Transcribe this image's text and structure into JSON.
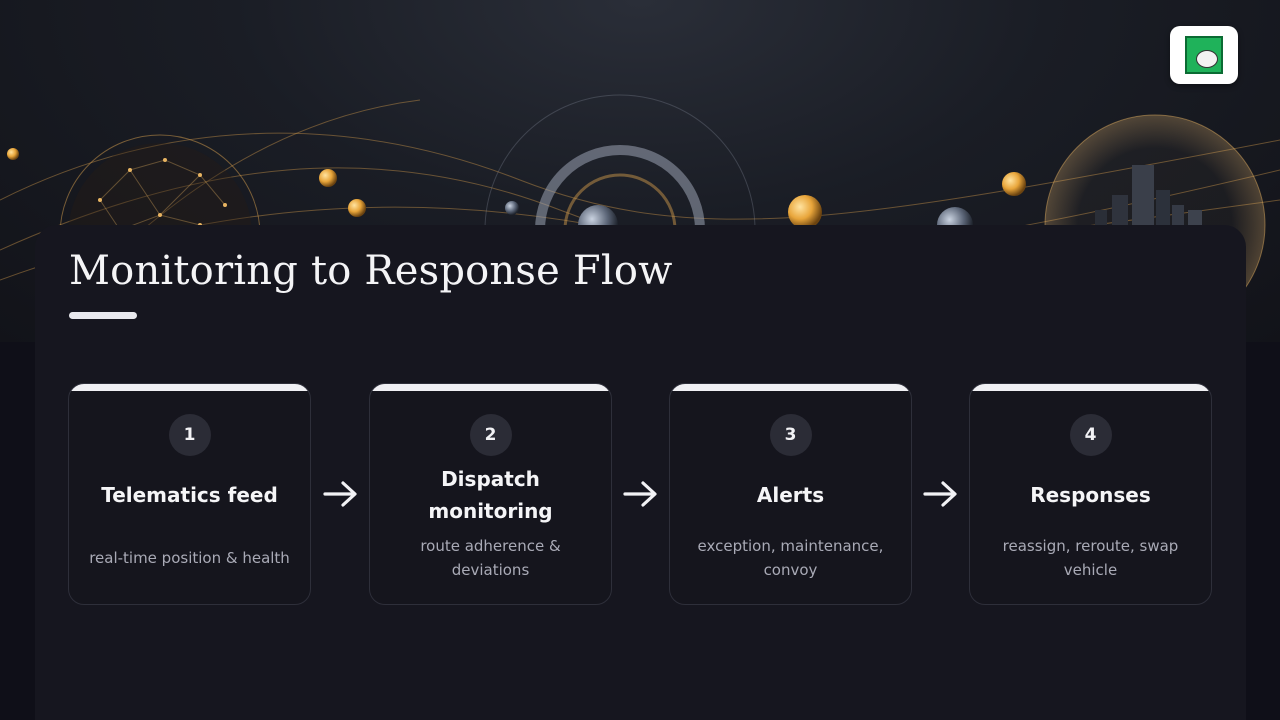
{
  "slide": {
    "title": "Monitoring to Response Flow"
  },
  "steps": [
    {
      "number": "1",
      "title": "Telematics feed",
      "description": "real-time position & health"
    },
    {
      "number": "2",
      "title": "Dispatch monitoring",
      "description": "route adherence & deviations"
    },
    {
      "number": "3",
      "title": "Alerts",
      "description": "exception, maintenance, convoy"
    },
    {
      "number": "4",
      "title": "Responses",
      "description": "reassign, reroute, swap vehicle"
    }
  ],
  "colors": {
    "background": "#0f0f18",
    "card": "#16161f",
    "accent_bar": "#f0f0f4",
    "number_circle": "#2b2c36",
    "description_text": "#a9aab6",
    "gold_orb": "#e8a53a"
  },
  "icons": {
    "arrow": "arrow-right-icon",
    "logo": "brand-logo-icon"
  }
}
